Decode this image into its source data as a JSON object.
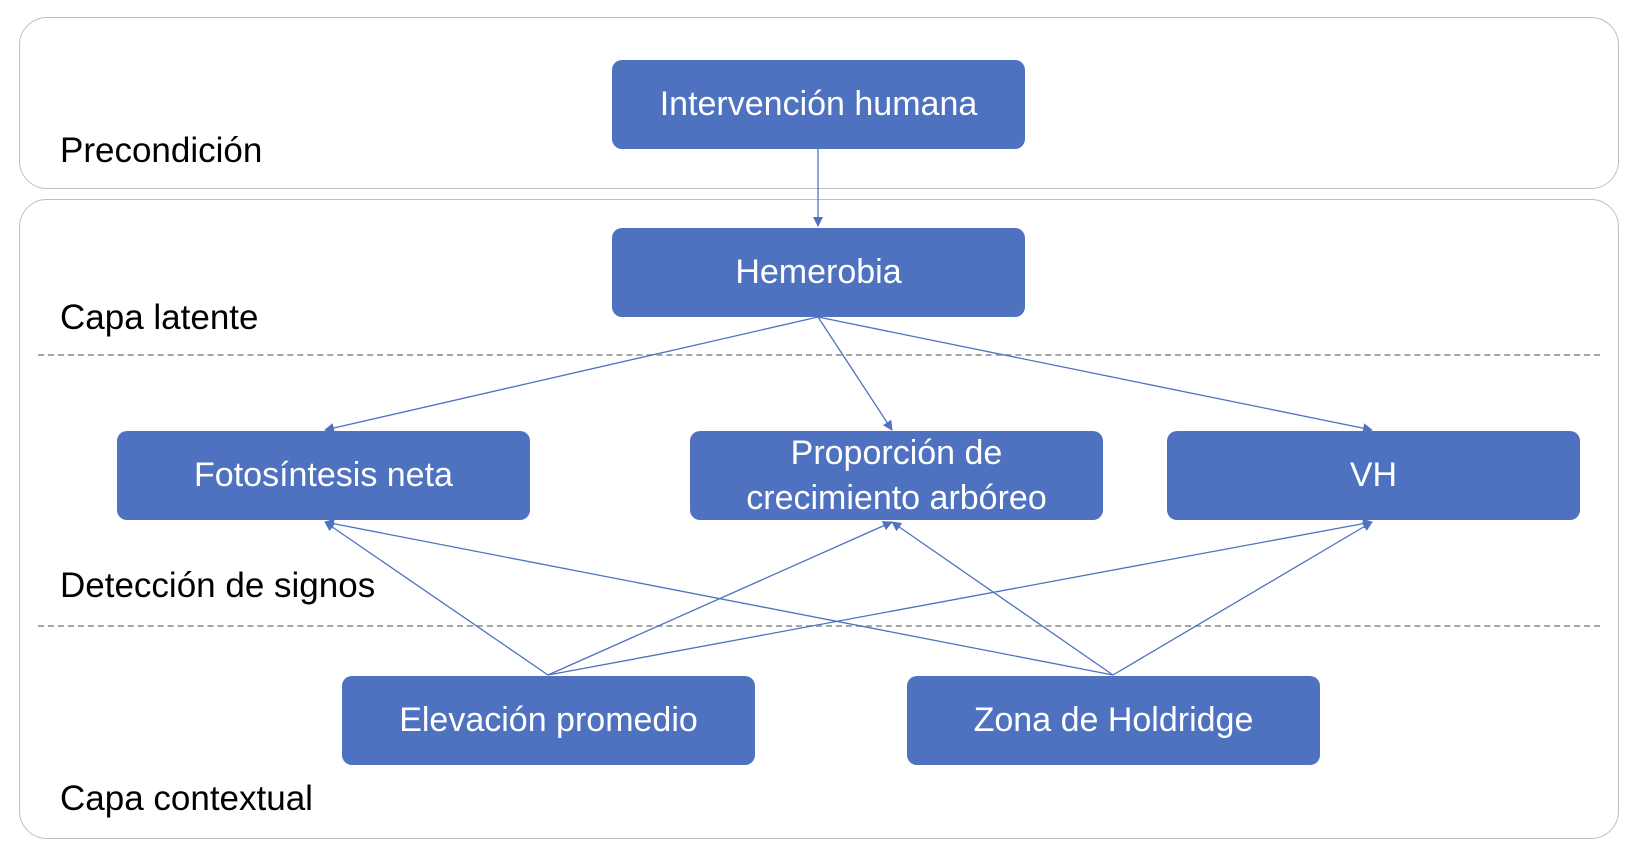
{
  "layers": {
    "precondition": "Precondición",
    "latent": "Capa latente",
    "signs": "Detección de signos",
    "contextual": "Capa contextual"
  },
  "nodes": {
    "human_intervention": "Intervención humana",
    "hemerobia": "Hemerobia",
    "net_photosynthesis": "Fotosíntesis neta",
    "tree_growth": "Proporción de\ncrecimiento arbóreo",
    "vh": "VH",
    "mean_elevation": "Elevación promedio",
    "holdridge_zone": "Zona de Holdridge"
  },
  "colors": {
    "node_fill": "#4f72c0",
    "edge": "#4f72c0",
    "panel_border": "#bfbfbf",
    "divider": "#a6a6a6"
  }
}
